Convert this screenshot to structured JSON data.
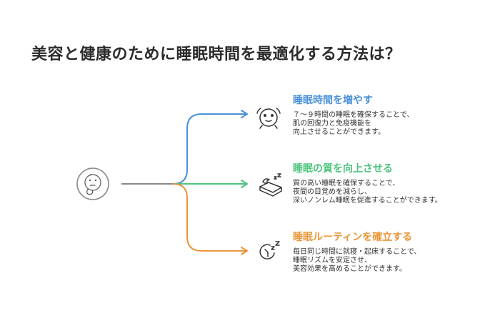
{
  "title": "美容と健康のために睡眠時間を最適化する方法は？",
  "colors": {
    "blue": "#4a90d9",
    "green": "#4cc47c",
    "orange": "#ec9535",
    "gray": "#8a8a8a"
  },
  "center": {
    "icon": "thinking-face-icon"
  },
  "branches": [
    {
      "title": "睡眠時間を増やす",
      "icon": "alarm-clock-icon",
      "color": "#4a90d9",
      "lines": [
        "７〜９時間の睡眠を確保することで、",
        "肌の回復力と免疫機能を",
        "向上させることができます。"
      ]
    },
    {
      "title": "睡眠の質を向上させる",
      "icon": "sleeping-bed-icon",
      "color": "#4cc47c",
      "lines": [
        "質の高い睡眠を確保することで、",
        "夜間の目覚めを減らし、",
        "深いノンレム睡眠を促進することができます。"
      ]
    },
    {
      "title": "睡眠ルーティンを確立する",
      "icon": "sleep-routine-icon",
      "color": "#ec9535",
      "lines": [
        "毎日同じ時間に就寝・起床することで、",
        "睡眠リズムを安定させ、",
        "美容効果を高めることができます。"
      ]
    }
  ]
}
